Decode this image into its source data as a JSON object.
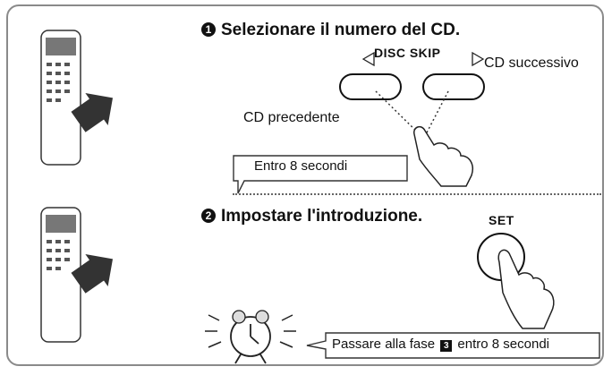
{
  "step1": {
    "number": "1",
    "title": "Selezionare il numero del CD.",
    "disc_skip_label": "DISC SKIP",
    "next_label": "CD successivo",
    "prev_label": "CD precedente",
    "timeout_callout": "Entro 8 secondi"
  },
  "step2": {
    "number": "2",
    "title": "Impostare l'introduzione.",
    "set_label": "SET",
    "next_step_before": "Passare alla fase",
    "next_step_number": "3",
    "next_step_after": "entro 8 secondi"
  },
  "icons": [
    "remote-control-icon",
    "arrow-icon",
    "finger-press-icon",
    "alarm-clock-icon"
  ]
}
